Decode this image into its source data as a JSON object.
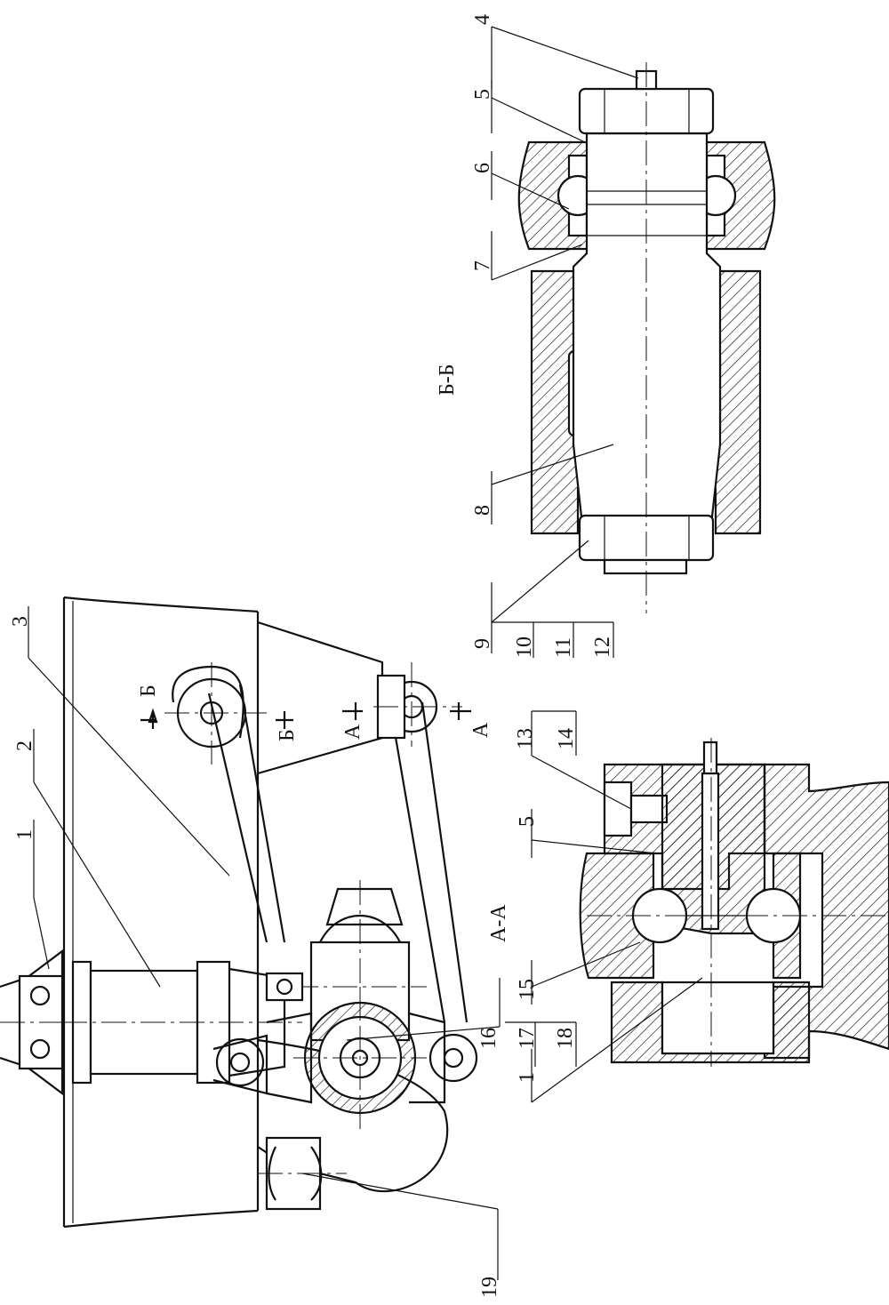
{
  "section_titles": {
    "aa": "А-А",
    "bb": "Б-Б"
  },
  "cut_marks": {
    "a_top": "А",
    "a_bottom": "А",
    "b_top": "Б",
    "b_bottom": "Б"
  },
  "labels": {
    "l1": "1",
    "l2": "2",
    "l3": "3",
    "l4": "4",
    "l5": "5",
    "l6": "6",
    "l7": "7",
    "l8": "8",
    "l9": "9",
    "l10": "10",
    "l11": "11",
    "l12": "12",
    "l13": "13",
    "l14": "14",
    "l15": "15",
    "l16": "16",
    "l17": "17",
    "l18": "18",
    "l19": "19",
    "l5b": "5",
    "l1b": "1"
  }
}
